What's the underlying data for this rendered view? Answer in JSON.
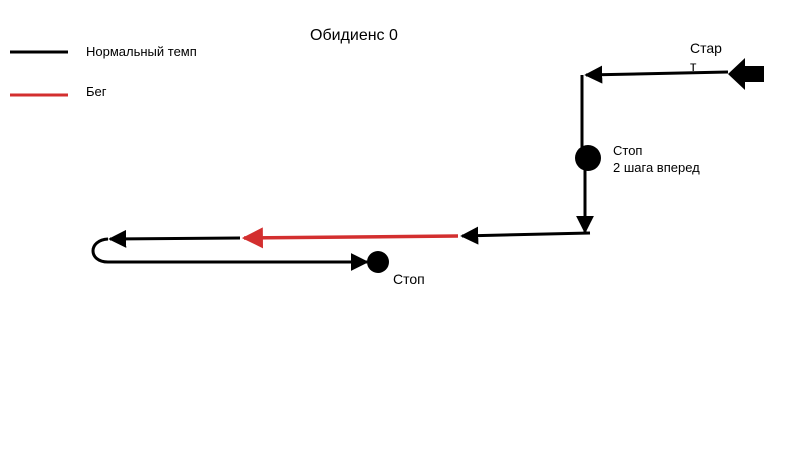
{
  "title": "Обидиенс 0",
  "legend": {
    "items": [
      {
        "label": "Нормальный темп",
        "color": "#000000"
      },
      {
        "label": "Бег",
        "color": "#d32f2f"
      }
    ]
  },
  "markers": {
    "start": {
      "line1": "Стар",
      "line2": "т"
    },
    "stop1": {
      "line1": "Стоп",
      "line2": "2 шага вперед"
    },
    "stop2": {
      "line1": "Стоп"
    }
  },
  "colors": {
    "normal": "#000000",
    "run": "#d32f2f",
    "background": "#ffffff"
  }
}
